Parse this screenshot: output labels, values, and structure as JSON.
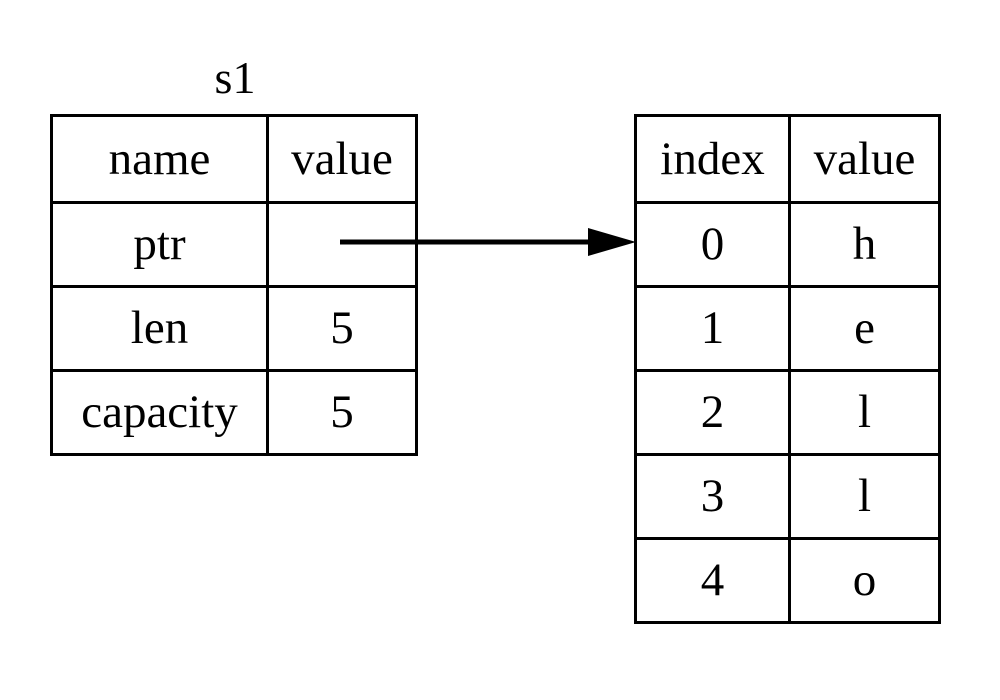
{
  "diagram": {
    "kind": "memory-layout-diagram",
    "background_color": "#ffffff",
    "line_color": "#000000",
    "text_color": "#000000"
  },
  "struct_table": {
    "title": "s1",
    "headers": {
      "name": "name",
      "value": "value"
    },
    "rows": [
      {
        "name": "ptr",
        "value": ""
      },
      {
        "name": "len",
        "value": "5"
      },
      {
        "name": "capacity",
        "value": "5"
      }
    ]
  },
  "buffer_table": {
    "headers": {
      "index": "index",
      "value": "value"
    },
    "rows": [
      {
        "index": "0",
        "value": "h"
      },
      {
        "index": "1",
        "value": "e"
      },
      {
        "index": "2",
        "value": "l"
      },
      {
        "index": "3",
        "value": "l"
      },
      {
        "index": "4",
        "value": "o"
      }
    ]
  },
  "pointer_edge": {
    "from": "s1.ptr",
    "to": "buffer.index.0",
    "style": "solid-arrow",
    "arrowhead": "filled-triangle"
  }
}
